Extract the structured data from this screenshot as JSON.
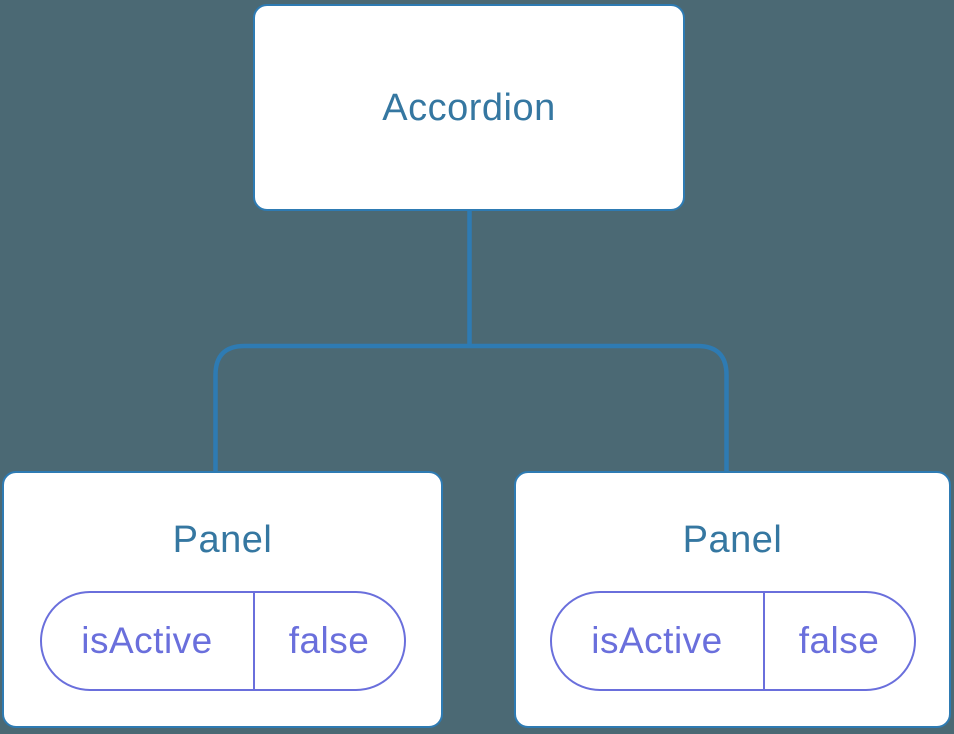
{
  "diagram": {
    "type": "component-tree",
    "root": {
      "label": "Accordion"
    },
    "panels": [
      {
        "title": "Panel",
        "state": {
          "key": "isActive",
          "value": "false"
        }
      },
      {
        "title": "Panel",
        "state": {
          "key": "isActive",
          "value": "false"
        }
      }
    ],
    "colors": {
      "background": "#4b6974",
      "node_background": "#ffffff",
      "node_border": "#2e7bb3",
      "connector_line": "#2e7bb3",
      "node_title_text": "#3577a1",
      "state_accent": "#6a6fdc"
    }
  }
}
